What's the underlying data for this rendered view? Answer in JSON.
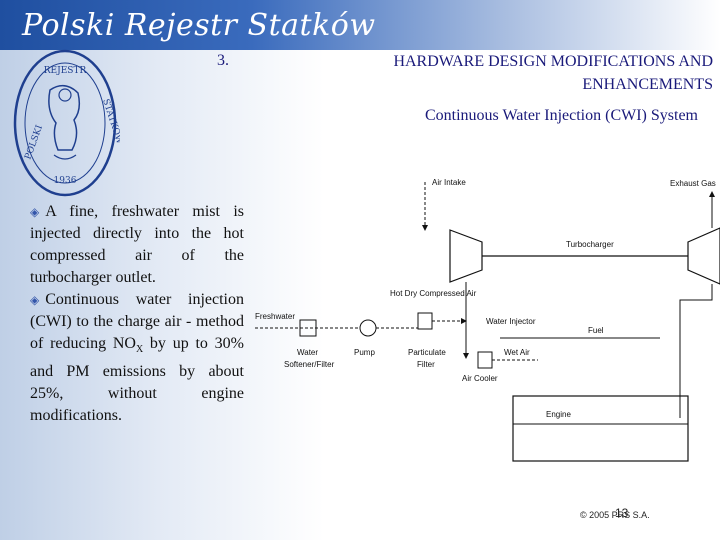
{
  "header": {
    "brand": "Polski Rejestr Statków"
  },
  "seal": {
    "top_text": "REJESTR",
    "left_text": "POLSKI",
    "right_text": "STATKÓW",
    "year": "1936"
  },
  "slide": {
    "section_number": "3.",
    "title_line1": "HARDWARE DESIGN MODIFICATIONS AND",
    "title_line2": "ENHANCEMENTS",
    "subtitle": "Continuous Water Injection (CWI) System"
  },
  "body": {
    "bullet1": "A fine, freshwater mist is injected directly into the hot compressed air of the turbocharger outlet.",
    "bullet2_pre": "Continuous water injection (CWI) to the charge air - method of reducing NO",
    "bullet2_sub": "X",
    "bullet2_post": " by up to 30% and PM emissions by about 25%, without engine modifications."
  },
  "diagram": {
    "labels": {
      "air_intake": "Air Intake",
      "exhaust_gas": "Exhaust Gas",
      "turbocharger": "Turbocharger",
      "hot_dry_air": "Hot Dry Compressed Air",
      "freshwater": "Freshwater",
      "water_injector": "Water Injector",
      "fuel": "Fuel",
      "water_softener_1": "Water",
      "water_softener_2": "Softener/Filter",
      "pump": "Pump",
      "particulate_1": "Particulate",
      "particulate_2": "Filter",
      "wet_air": "Wet Air",
      "air_cooler": "Air Cooler",
      "engine": "Engine"
    }
  },
  "footer": {
    "copyright": "© 2005 PRS S.A.",
    "page_number": "13"
  }
}
